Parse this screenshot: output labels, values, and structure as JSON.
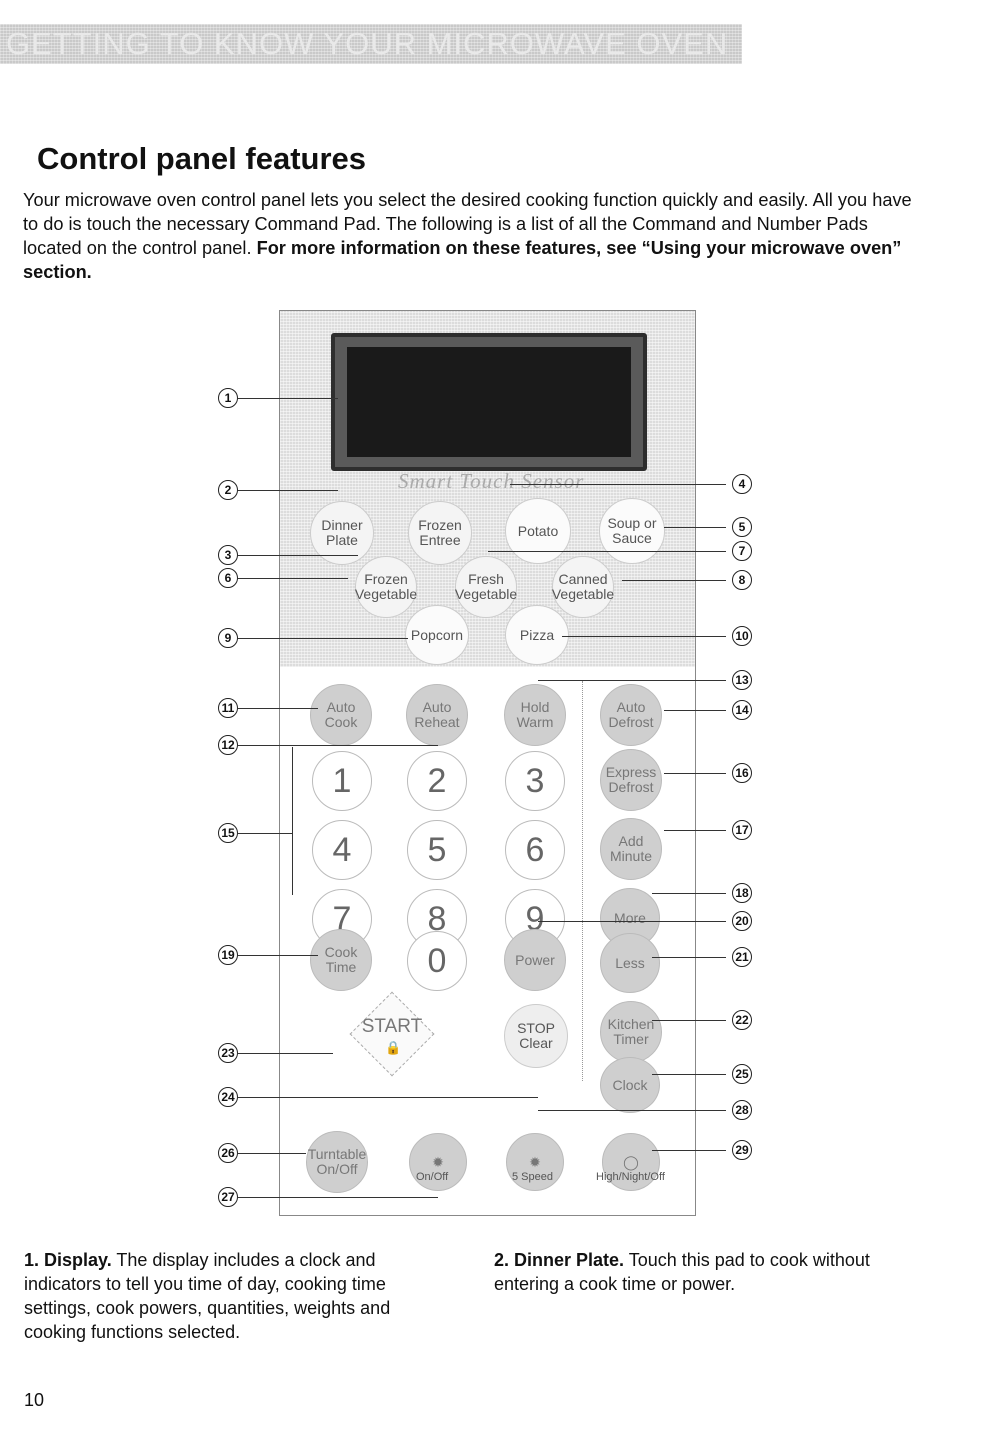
{
  "banner": "GETTING TO KNOW YOUR MICROWAVE OVEN",
  "title": "Control panel features",
  "intro": {
    "text": "Your microwave oven control panel lets you select the desired cooking function quickly and easily. All you have to do is touch the necessary Command Pad. The following is a list of all the Command and Number Pads located on the control panel. ",
    "bold": "For more information on these features, see “Using your microwave oven” section."
  },
  "panel": {
    "sensor_label": "Smart Touch Sensor",
    "pads": {
      "dinner_plate": "Dinner Plate",
      "frozen_entree": "Frozen Entree",
      "potato": "Potato",
      "soup_sauce": "Soup or Sauce",
      "frozen_vegetable": "Frozen Vegetable",
      "fresh_vegetable": "Fresh Vegetable",
      "canned_vegetable": "Canned Vegetable",
      "popcorn": "Popcorn",
      "pizza": "Pizza",
      "auto_cook": "Auto Cook",
      "auto_reheat": "Auto Reheat",
      "hold_warm": "Hold Warm",
      "auto_defrost": "Auto Defrost",
      "express_defrost": "Express Defrost",
      "add_minute": "Add Minute",
      "more": "More",
      "less": "Less",
      "kitchen_timer": "Kitchen Timer",
      "clock": "Clock",
      "cook_time": "Cook Time",
      "power": "Power",
      "start": "START",
      "stop_clear": "STOP Clear",
      "turntable": "Turntable On/Off"
    },
    "numbers": [
      "1",
      "2",
      "3",
      "4",
      "5",
      "6",
      "7",
      "8",
      "9",
      "0"
    ],
    "captions": {
      "fan_onoff": "On/Off",
      "speed": "5 Speed",
      "light": "High/Night/Off"
    }
  },
  "callouts": [
    "1",
    "2",
    "3",
    "4",
    "5",
    "6",
    "7",
    "8",
    "9",
    "10",
    "11",
    "12",
    "13",
    "14",
    "15",
    "16",
    "17",
    "18",
    "19",
    "20",
    "21",
    "22",
    "23",
    "24",
    "25",
    "26",
    "27",
    "28",
    "29"
  ],
  "descriptions": [
    {
      "term": "1. Display.",
      "text": " The display includes a clock and indicators to tell you time of day, cooking time settings, cook powers, quantities, weights and cooking functions selected."
    },
    {
      "term": "2. Dinner Plate.",
      "text": " Touch this pad to cook without entering a cook time or power."
    }
  ],
  "page_number": "10"
}
